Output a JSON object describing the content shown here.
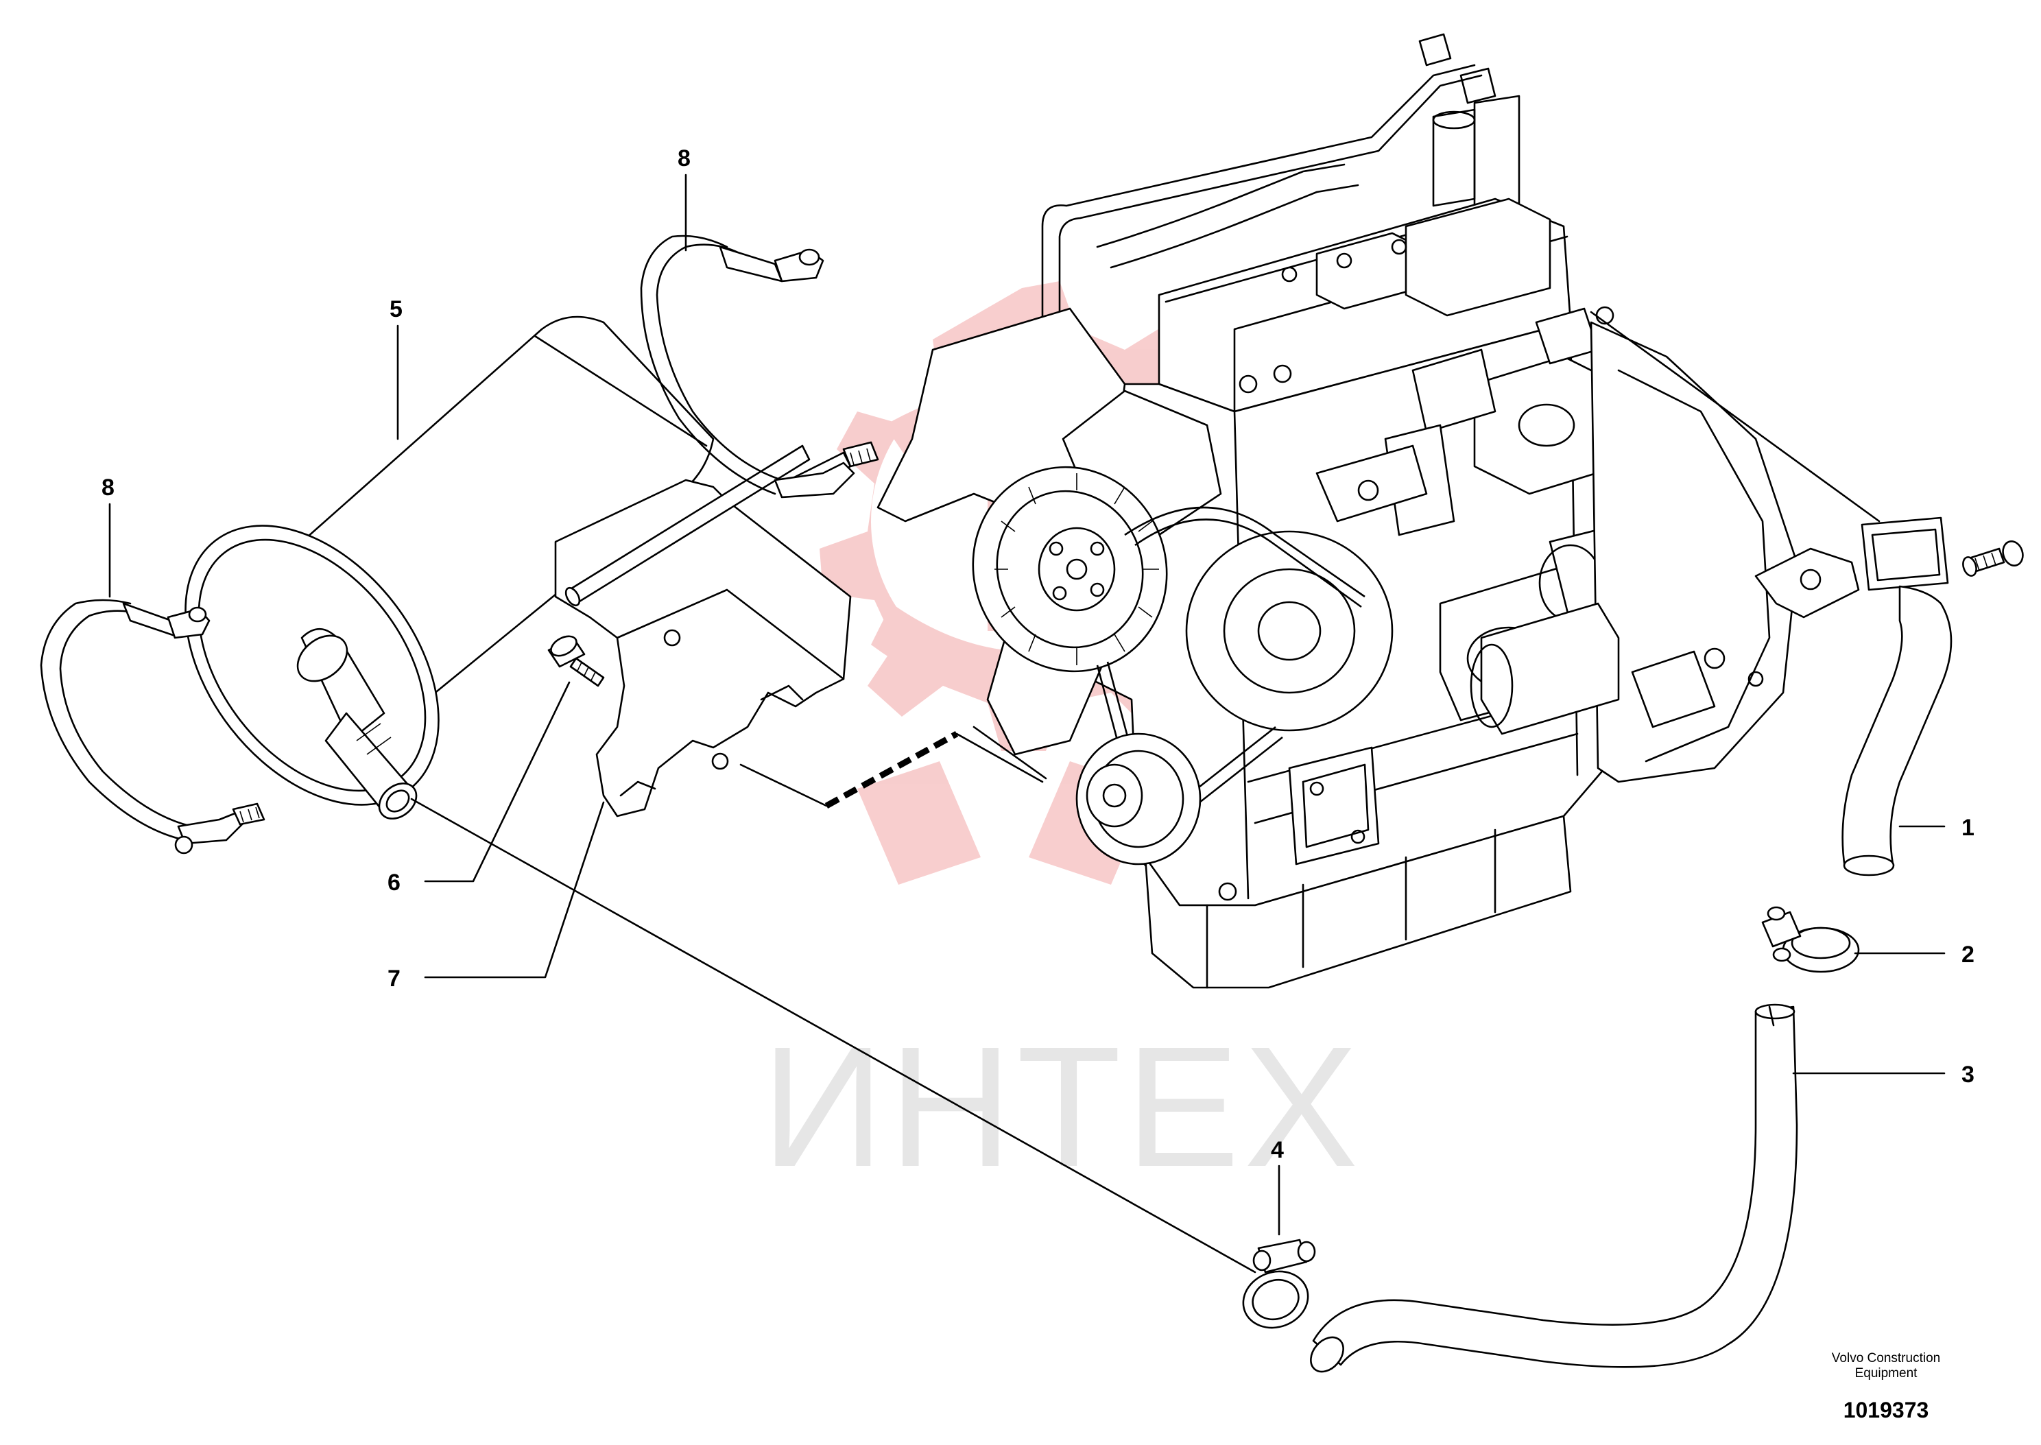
{
  "diagram": {
    "watermark": {
      "text": "ИНТЕХ",
      "gear_color": "#f29a9a",
      "text_color": "#e6e6e6"
    },
    "callouts": [
      {
        "id": "1",
        "label": "1"
      },
      {
        "id": "2",
        "label": "2"
      },
      {
        "id": "3",
        "label": "3"
      },
      {
        "id": "4",
        "label": "4"
      },
      {
        "id": "5",
        "label": "5"
      },
      {
        "id": "6",
        "label": "6"
      },
      {
        "id": "7",
        "label": "7"
      },
      {
        "id": "8a",
        "label": "8"
      },
      {
        "id": "8b",
        "label": "8"
      }
    ],
    "footer": {
      "manufacturer_line1": "Volvo Construction",
      "manufacturer_line2": "Equipment",
      "drawing_number": "1019373"
    }
  }
}
